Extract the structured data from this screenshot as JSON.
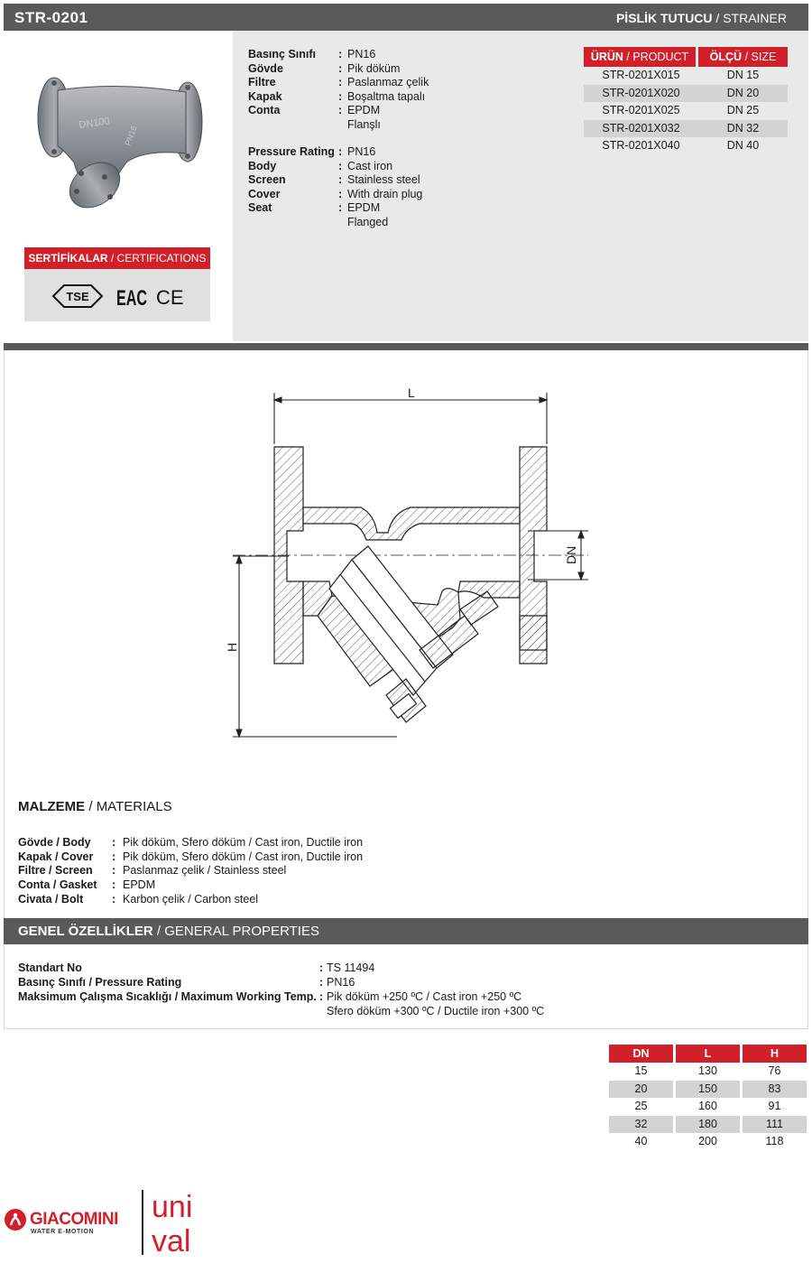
{
  "header": {
    "code": "STR-0201",
    "category_tr": "PİSLİK TUTUCU",
    "category_sep": " / ",
    "category_en": "STRAINER"
  },
  "specs_tr": [
    {
      "label": "Basınç Sınıfı",
      "value": "PN16"
    },
    {
      "label": "Gövde",
      "value": "Pik döküm"
    },
    {
      "label": "Filtre",
      "value": "Paslanmaz çelik"
    },
    {
      "label": "Kapak",
      "value": "Boşaltma tapalı"
    },
    {
      "label": "Conta",
      "value": "EPDM"
    },
    {
      "label": "",
      "value": "Flanşlı"
    }
  ],
  "specs_en": [
    {
      "label": "Pressure Rating",
      "value": "PN16"
    },
    {
      "label": "Body",
      "value": "Cast iron"
    },
    {
      "label": "Screen",
      "value": "Stainless steel"
    },
    {
      "label": "Cover",
      "value": "With drain plug"
    },
    {
      "label": "Seat",
      "value": "EPDM"
    },
    {
      "label": "",
      "value": "Flanged"
    }
  ],
  "product_table": {
    "head_product_tr": "ÜRÜN",
    "head_product_en": "PRODUCT",
    "head_size_tr": "ÖLÇÜ",
    "head_size_en": "SIZE",
    "rows": [
      {
        "product": "STR-0201X015",
        "size": "DN 15"
      },
      {
        "product": "STR-0201X020",
        "size": "DN 20"
      },
      {
        "product": "STR-0201X025",
        "size": "DN 25"
      },
      {
        "product": "STR-0201X032",
        "size": "DN 32"
      },
      {
        "product": "STR-0201X040",
        "size": "DN 40"
      }
    ]
  },
  "certifications": {
    "title_tr": "SERTİFİKALAR",
    "title_en": "CERTIFICATIONS",
    "marks": [
      "TSE",
      "EAC",
      "CE"
    ]
  },
  "product_photo_text": "DN100",
  "drawing_labels": {
    "length": "L",
    "height": "H",
    "diameter": "DN"
  },
  "materials": {
    "title_tr": "MALZEME",
    "title_en": "MATERIALS",
    "rows": [
      {
        "label": "Gövde / Body",
        "value": "Pik döküm, Sfero döküm / Cast iron, Ductile iron"
      },
      {
        "label": "Kapak / Cover",
        "value": "Pik döküm, Sfero döküm / Cast iron, Ductile iron"
      },
      {
        "label": "Filtre / Screen",
        "value": "Paslanmaz çelik / Stainless steel"
      },
      {
        "label": "Conta / Gasket",
        "value": "EPDM"
      },
      {
        "label": "Civata / Bolt",
        "value": "Karbon çelik / Carbon steel"
      }
    ]
  },
  "general": {
    "title_tr": "GENEL ÖZELLİKLER",
    "title_en": "GENERAL PROPERTIES",
    "rows": [
      {
        "label": "Standart No",
        "value": "TS 11494"
      },
      {
        "label": "Basınç Sınıfı / Pressure Rating",
        "value": "PN16"
      },
      {
        "label": "Maksimum Çalışma Sıcaklığı / Maximum Working Temp.",
        "value": "Pik döküm +250 ºC / Cast iron +250 ºC"
      },
      {
        "label": "",
        "value": "Sfero döküm +300 ºC / Ductile iron +300 ºC"
      }
    ]
  },
  "dimensions": {
    "headers": [
      "DN",
      "L",
      "H"
    ],
    "rows": [
      [
        "15",
        "130",
        "76"
      ],
      [
        "20",
        "150",
        "83"
      ],
      [
        "25",
        "160",
        "91"
      ],
      [
        "32",
        "180",
        "111"
      ],
      [
        "40",
        "200",
        "118"
      ]
    ]
  },
  "brands": {
    "giacomini": "GIACOMINI",
    "giacomini_tagline": "WATER E-MOTION",
    "univa_line1": "uni",
    "univa_line2": "val"
  },
  "colors": {
    "accent": "#d0202a",
    "bar": "#5a5a5a",
    "panel": "#e9e9e9",
    "shade": "#d3d3d3"
  }
}
